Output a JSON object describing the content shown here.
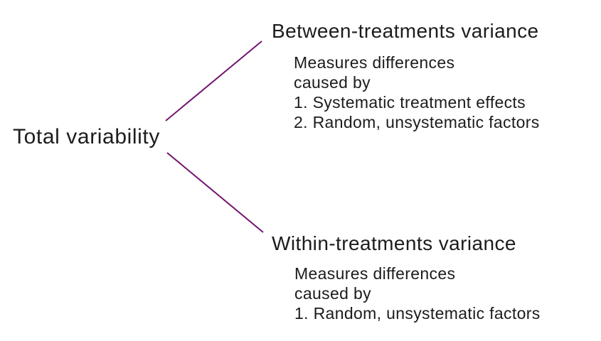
{
  "colors": {
    "connector": "#70146E",
    "text": "#1c1c1c",
    "background": "#ffffff"
  },
  "root": {
    "label": "Total variability"
  },
  "branches": [
    {
      "title": "Between-treatments variance",
      "details": [
        "Measures differences",
        "caused by",
        "1. Systematic treatment effects",
        "2. Random, unsystematic factors"
      ]
    },
    {
      "title": "Within-treatments variance",
      "details": [
        "Measures differences",
        "caused by",
        "1. Random, unsystematic factors"
      ]
    }
  ]
}
